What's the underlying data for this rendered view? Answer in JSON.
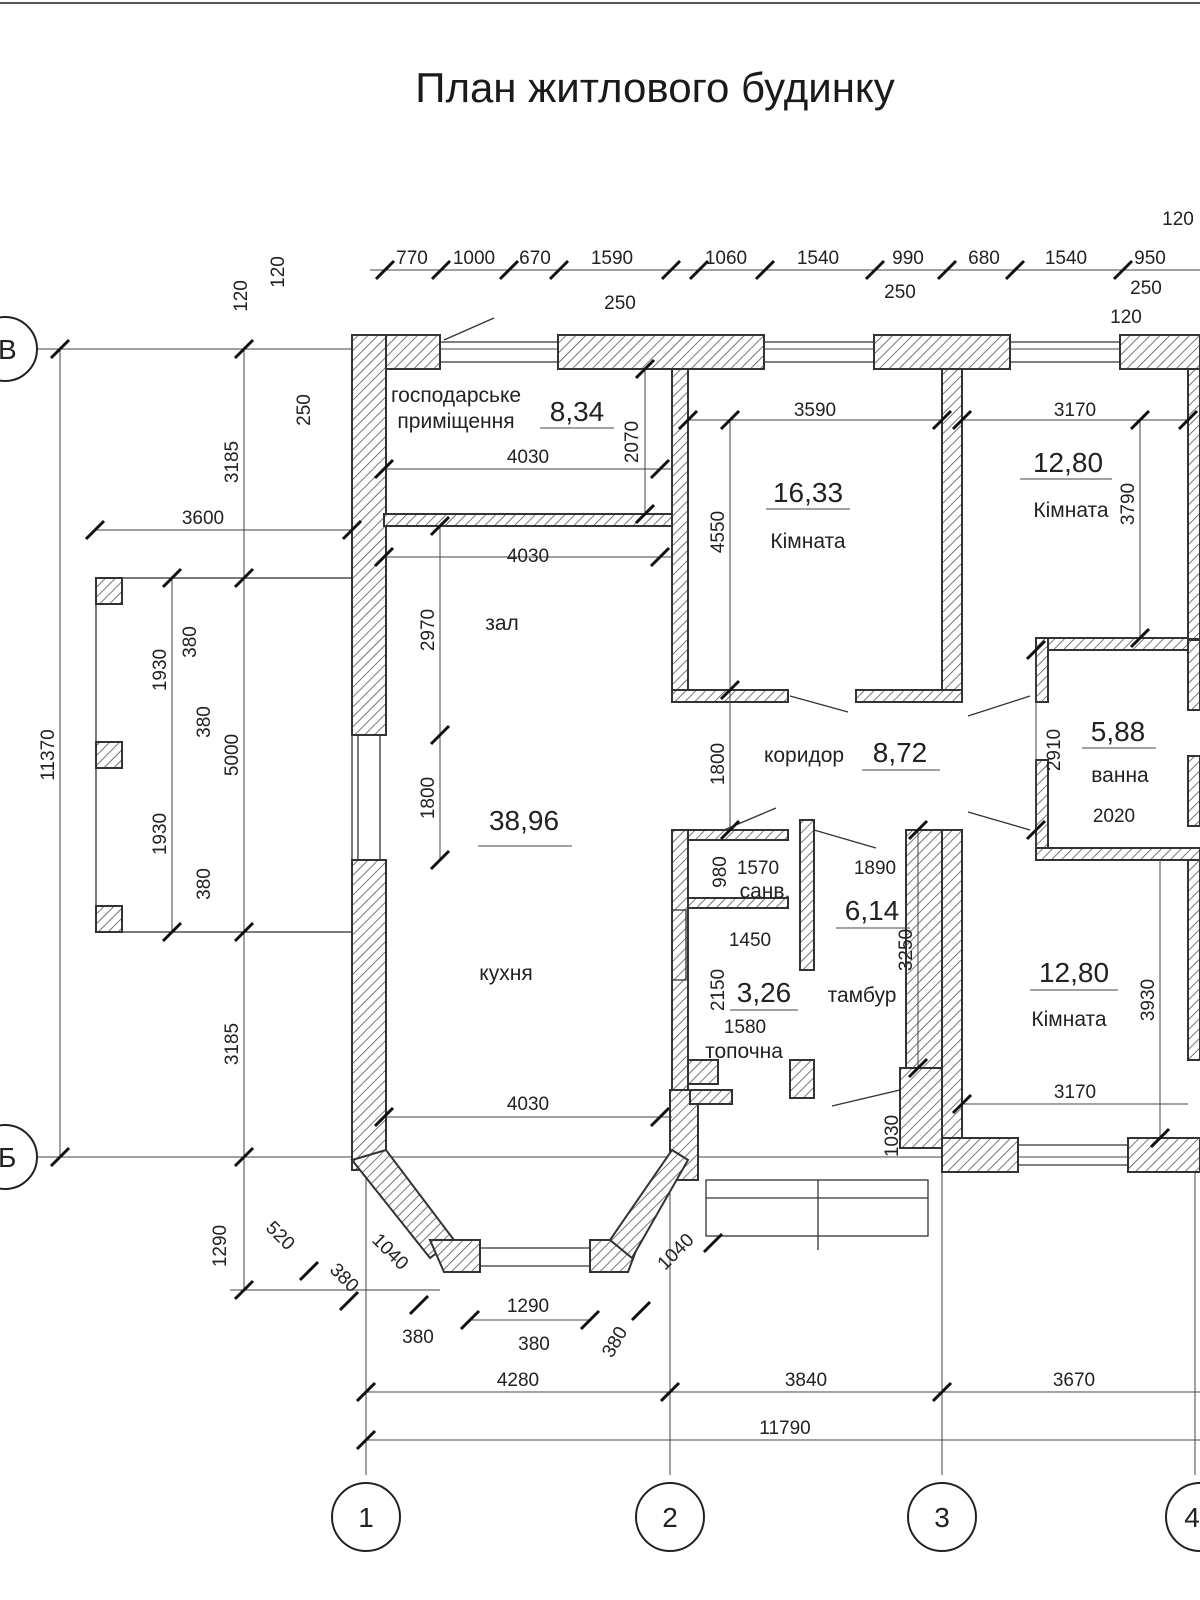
{
  "title": "План житлового будинку",
  "axes": {
    "vertical": [
      "1",
      "2",
      "3",
      "4"
    ],
    "horizontal": [
      "В",
      "Б"
    ]
  },
  "rooms": {
    "utility": {
      "name": "господарське приміщення",
      "name_line1": "господарське",
      "name_line2": "приміщення",
      "area": "8,34"
    },
    "room1": {
      "name": "Кімната",
      "area": "16,33"
    },
    "room2": {
      "name": "Кімната",
      "area": "12,80"
    },
    "hall": {
      "name": "зал",
      "area": "38,96"
    },
    "kitchen": {
      "name": "кухня"
    },
    "corridor": {
      "name": "коридор",
      "area": "8,72"
    },
    "bath": {
      "name": "ванна",
      "area": "5,88"
    },
    "wc": {
      "name": "санв."
    },
    "vestibule": {
      "name": "тамбур",
      "area": "6,14"
    },
    "boiler": {
      "name": "топочна",
      "area": "3,26"
    },
    "room3": {
      "name": "Кімната",
      "area": "12,80"
    }
  },
  "dimensions": {
    "top_chain": [
      "770",
      "1000",
      "670",
      "1590",
      "1060",
      "1540",
      "990",
      "680",
      "1540",
      "950"
    ],
    "top_small": [
      "250",
      "250",
      "250",
      "120",
      "120"
    ],
    "left_small": [
      "120",
      "120",
      "250"
    ],
    "left_chain": [
      "3185",
      "5000",
      "3185"
    ],
    "overall_height": "11370",
    "porch_width": "3600",
    "porch_chain": [
      "1930",
      "1930"
    ],
    "porch_small": [
      "380",
      "380",
      "380"
    ],
    "utility_w": "4030",
    "utility_h": "2070",
    "hall_w_top": "4030",
    "hall_h1": "2970",
    "hall_h2": "1800",
    "kitchen_w": "4030",
    "room1_w": "3590",
    "room1_h": "4550",
    "room2_w": "3170",
    "room2_h": "3790",
    "corridor_h": "1800",
    "bath_h": "2910",
    "bath_w": "2020",
    "wc_h": "980",
    "wc_w": "1570",
    "vestibule_w": "1890",
    "vestibule_h": "3250",
    "boiler_w1": "1450",
    "boiler_h": "2150",
    "boiler_w2": "1580",
    "room3_h": "3930",
    "room3_w": "3170",
    "entry_depth": "1030",
    "bay_depth": "1290",
    "bay_dims": [
      "520",
      "1040",
      "380",
      "380",
      "1290",
      "380",
      "380",
      "1040"
    ],
    "bottom_chain": [
      "4280",
      "3840",
      "3670"
    ],
    "overall_width": "11790"
  }
}
